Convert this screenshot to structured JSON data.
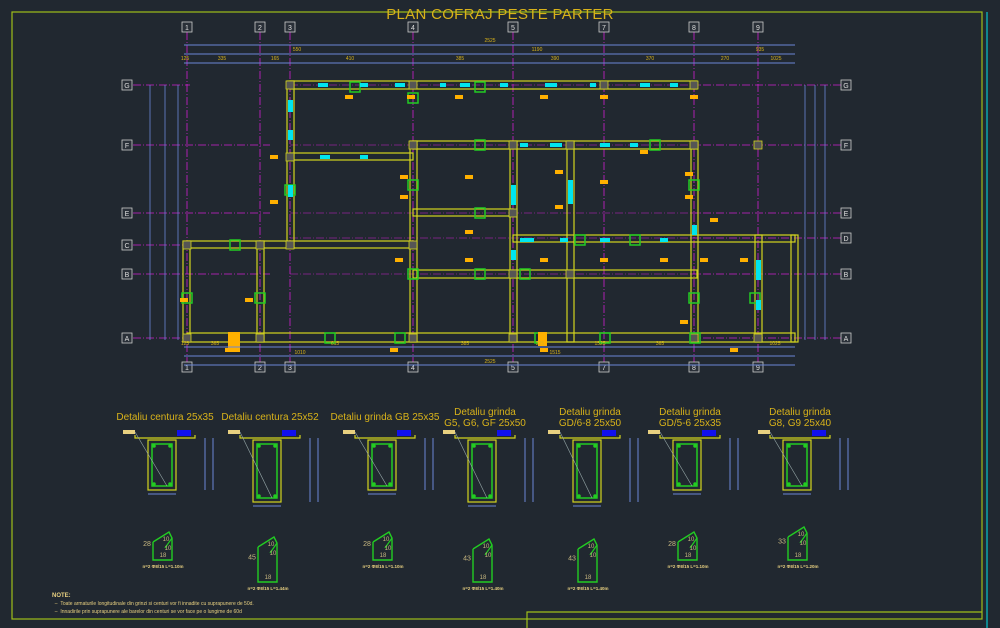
{
  "title": "PLAN COFRAJ PESTE PARTER",
  "colors": {
    "background": "#212830",
    "beam": "#d4d41e",
    "axis": "#d020d0",
    "dimension": "#6b86d6",
    "column": "#22cc22",
    "rebar": "#22cc22",
    "cyan_mark": "#00e5ee",
    "tag": "#ffb000",
    "text": "#d8b21a",
    "frame": "#9fbf1a"
  },
  "grid": {
    "columns": [
      "1",
      "2",
      "3",
      "4",
      "5",
      "7",
      "8",
      "9"
    ],
    "rows_left": [
      "G",
      "F",
      "E",
      "C",
      "B",
      "A"
    ],
    "rows_right": [
      "G",
      "F",
      "E",
      "D",
      "B",
      "A"
    ]
  },
  "dimensions": {
    "top_overall": "2525",
    "top_partial": [
      "550",
      "1190",
      "935"
    ],
    "top_spans": [
      "125",
      "335",
      "165",
      "410",
      "385",
      "390",
      "370",
      "270",
      "1025"
    ],
    "bottom_spans": [
      "125",
      "365",
      "615",
      "385",
      "225",
      "1525",
      "365",
      "1025"
    ],
    "bottom_partial": [
      "1010",
      "1515"
    ],
    "bottom_overall": "2525"
  },
  "details": [
    {
      "title_l1": "Detaliu centura 25x35",
      "title_l2": "",
      "stirrup_height": "28",
      "stirrup_width": "18",
      "hook": "10",
      "stirrup_label": "n=2 Φ8/15 L=1.10m"
    },
    {
      "title_l1": "Detaliu centura 25x52",
      "title_l2": "",
      "stirrup_height": "45",
      "stirrup_width": "18",
      "hook": "10",
      "stirrup_label": "n=2 Φ8/15 L=1.44m"
    },
    {
      "title_l1": "Detaliu grinda GB 25x35",
      "title_l2": "",
      "stirrup_height": "28",
      "stirrup_width": "18",
      "hook": "10",
      "stirrup_label": "n=2 Φ8/15 L=1.10m"
    },
    {
      "title_l1": "Detaliu grinda",
      "title_l2": "G5, G6, GF 25x50",
      "stirrup_height": "43",
      "stirrup_width": "18",
      "hook": "10",
      "stirrup_label": "n=2 Φ8/15 L=1.40m"
    },
    {
      "title_l1": "Detaliu grinda",
      "title_l2": "GD/6-8 25x50",
      "stirrup_height": "43",
      "stirrup_width": "18",
      "hook": "10",
      "stirrup_label": "n=2 Φ8/15 L=1.40m"
    },
    {
      "title_l1": "Detaliu grinda",
      "title_l2": "GD/5-6 25x35",
      "stirrup_height": "28",
      "stirrup_width": "18",
      "hook": "10",
      "stirrup_label": "n=2 Φ8/15 L=1.10m"
    },
    {
      "title_l1": "Detaliu grinda",
      "title_l2": "G8, G9 25x40",
      "stirrup_height": "33",
      "stirrup_width": "18",
      "hook": "10",
      "stirrup_label": "n=2 Φ8/15 L=1.20m"
    }
  ],
  "notes": {
    "heading": "NOTE:",
    "items": [
      "Toate armaturile longitudinale din grinzi si centuri vor fi innadite cu suprapunere de 50d.",
      "Innadirile prin suprapunere ale barelor din centuri se vor face pe o lungime de 60d"
    ]
  }
}
